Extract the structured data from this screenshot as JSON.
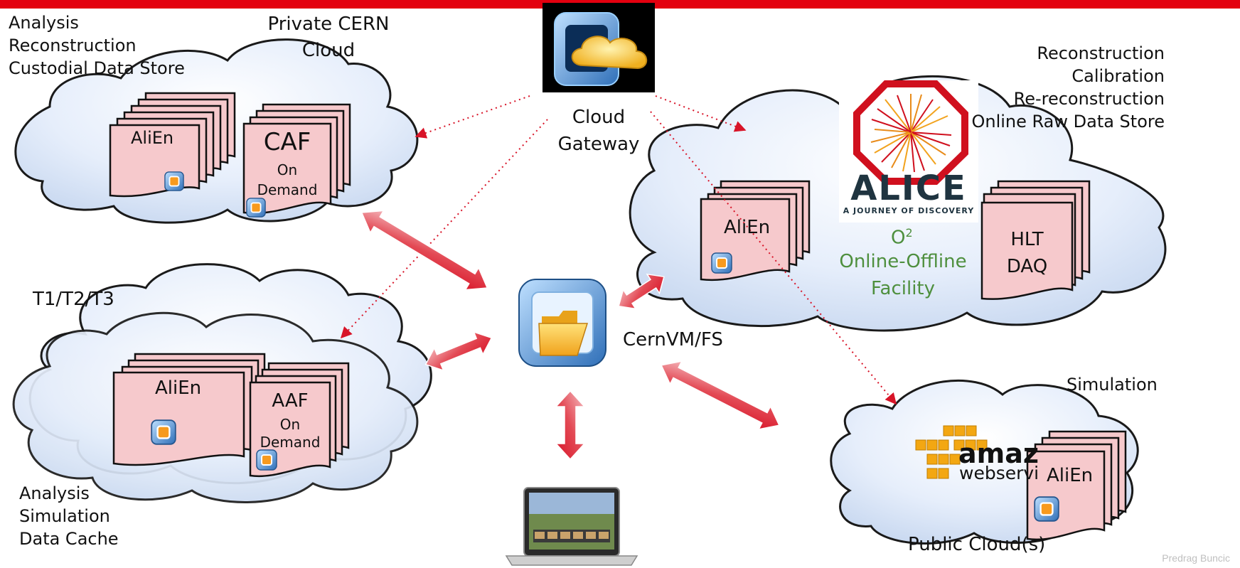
{
  "colors": {
    "accent": "#e3000f",
    "card": "#f6c9cc",
    "cloud_fill": "#dfe8fa",
    "online_text": "#4e8f3e"
  },
  "private_cloud": {
    "title_line1": "Private CERN",
    "title_line2": "Cloud",
    "roles": [
      "Analysis",
      "Reconstruction",
      "Custodial  Data Store"
    ],
    "alien_label": "AliEn",
    "caf_label": "CAF",
    "caf_on": "On",
    "caf_demand": "Demand"
  },
  "gateway": {
    "line1": "Cloud",
    "line2": "Gateway",
    "icon": "cloud-gateway-icon"
  },
  "tiers": {
    "title": "T1/T2/T3",
    "roles": [
      "Analysis",
      "Simulation",
      "Data Cache"
    ],
    "alien_label": "AliEn",
    "aaf_label": "AAF",
    "aaf_on": "On",
    "aaf_demand": "Demand"
  },
  "online": {
    "roles": [
      "Reconstruction",
      "Calibration",
      "Re-reconstruction",
      "Online Raw Data Store"
    ],
    "alice_logo_text": "ALICE",
    "alice_tagline": "A JOURNEY OF DISCOVERY",
    "o2": "O",
    "o2_sup": "2",
    "facility_line1": "Online-Offline",
    "facility_line2": "Facility",
    "alien_label": "AliEn",
    "hlt_line1": "HLT",
    "hlt_line2": "DAQ"
  },
  "cernvm": {
    "label": "CernVM/FS",
    "icon": "folder-icon"
  },
  "public_cloud": {
    "title": "Public Cloud(s)",
    "role": "Simulation",
    "alien_label": "AliEn",
    "amazon_text": "amaz",
    "amazon_sub": "webservi"
  },
  "laptop": {
    "icon": "laptop-icon"
  },
  "footer": "Predrag Buncic"
}
